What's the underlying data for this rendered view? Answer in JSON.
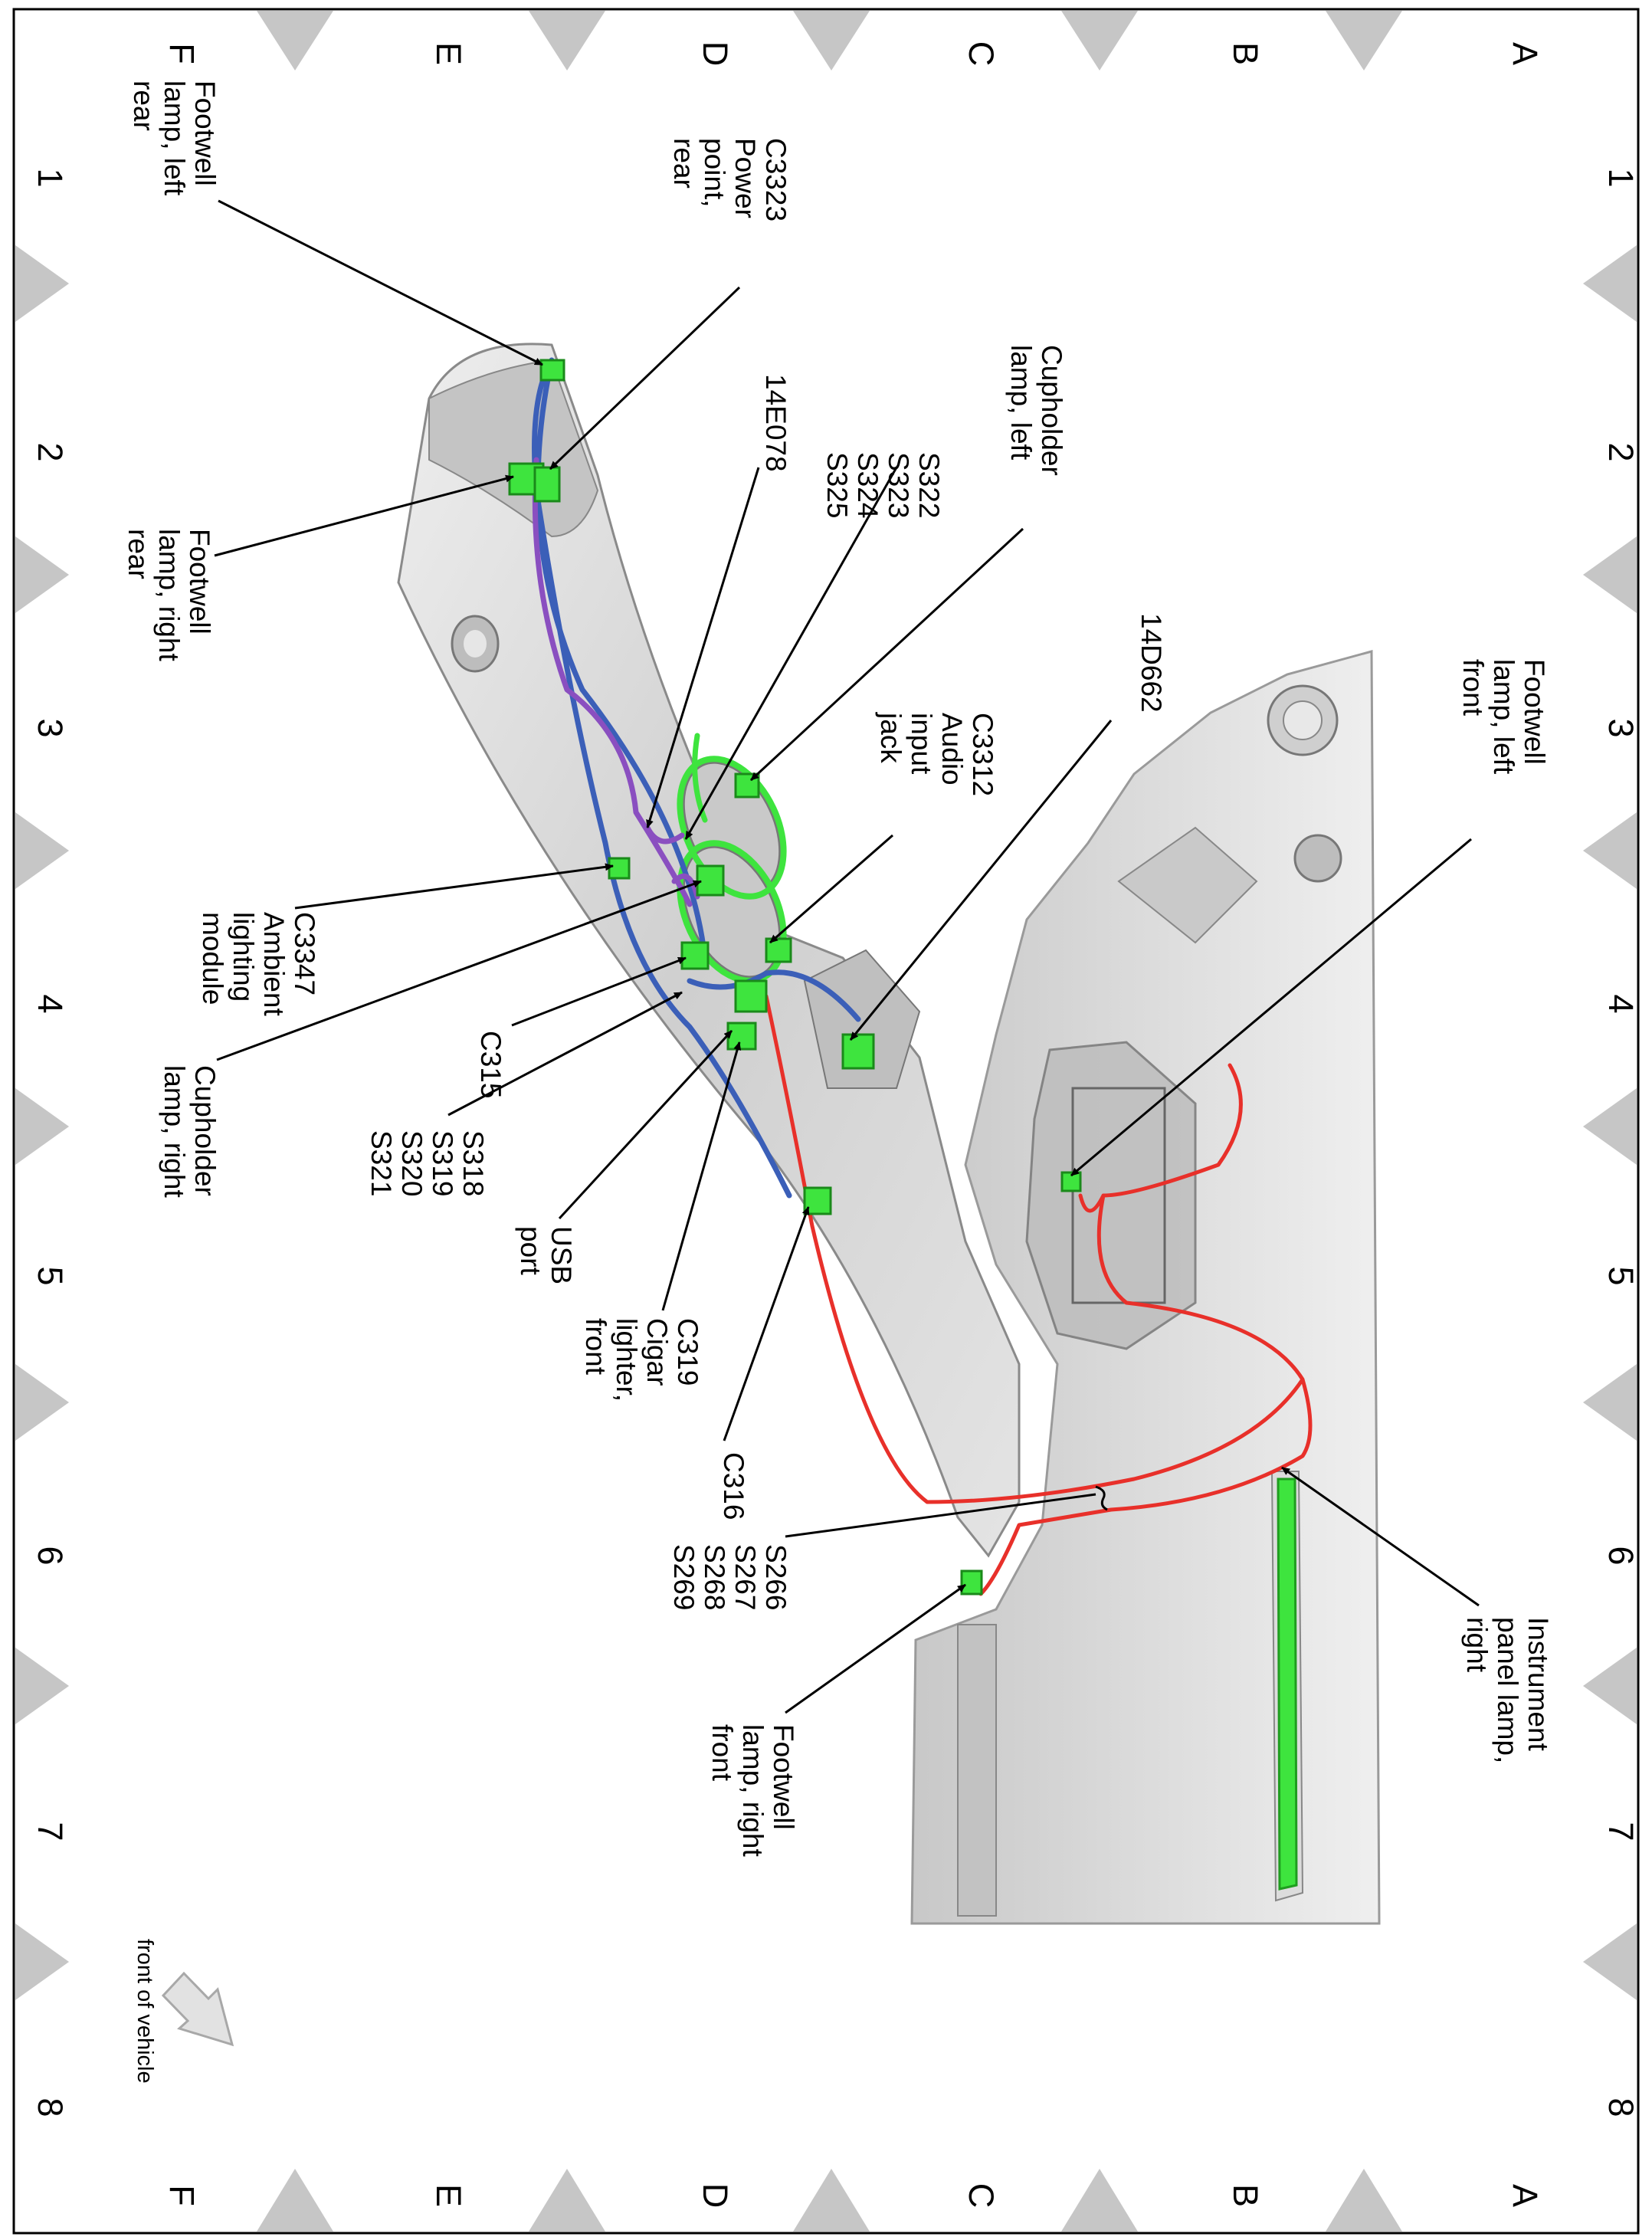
{
  "grid": {
    "row_letters": [
      "A",
      "B",
      "C",
      "D",
      "E",
      "F"
    ],
    "col_numbers": [
      "1",
      "2",
      "3",
      "4",
      "5",
      "6",
      "7",
      "8"
    ]
  },
  "orientation": {
    "text": "front of vehicle",
    "arrow_icon": "direction-arrow-icon"
  },
  "colors": {
    "wire_red": "#e8302a",
    "wire_blue": "#3b5fb8",
    "wire_purple": "#8a4fc0",
    "connector_green": "#3ee43e",
    "body_gray": "#d4d4d4",
    "marker_gray": "#c6c6c6"
  },
  "callouts": [
    {
      "id": "footwell-lamp-left-rear",
      "lines": [
        "Footwell",
        "lamp, left",
        "rear"
      ]
    },
    {
      "id": "c3323-power-point-rear",
      "lines": [
        "C3323",
        "Power",
        "point,",
        "rear"
      ]
    },
    {
      "id": "14e078",
      "lines": [
        "14E078"
      ]
    },
    {
      "id": "s322-s325",
      "lines": [
        "S322",
        "S323",
        "S324",
        "S325"
      ]
    },
    {
      "id": "cupholder-lamp-left",
      "lines": [
        "Cupholder",
        "lamp, left"
      ]
    },
    {
      "id": "14d662",
      "lines": [
        "14D662"
      ]
    },
    {
      "id": "footwell-lamp-left-front",
      "lines": [
        "Footwell",
        "lamp, left",
        "front"
      ]
    },
    {
      "id": "c3312-audio-input-jack",
      "lines": [
        "C3312",
        "Audio",
        "input",
        "jack"
      ]
    },
    {
      "id": "footwell-lamp-right-rear",
      "lines": [
        "Footwell",
        "lamp, right",
        "rear"
      ]
    },
    {
      "id": "c3347-ambient-lighting-module",
      "lines": [
        "C3347",
        "Ambient",
        "lighting",
        "module"
      ]
    },
    {
      "id": "c315",
      "lines": [
        "C315"
      ]
    },
    {
      "id": "cupholder-lamp-right",
      "lines": [
        "Cupholder",
        "lamp, right"
      ]
    },
    {
      "id": "s318-s321",
      "lines": [
        "S318",
        "S319",
        "S320",
        "S321"
      ]
    },
    {
      "id": "usb-port",
      "lines": [
        "USB",
        "port"
      ]
    },
    {
      "id": "c319-cigar-lighter-front",
      "lines": [
        "C319",
        "Cigar",
        "lighter,",
        "front"
      ]
    },
    {
      "id": "c316",
      "lines": [
        "C316"
      ]
    },
    {
      "id": "s266-s269",
      "lines": [
        "S266",
        "S267",
        "S268",
        "S269"
      ]
    },
    {
      "id": "footwell-lamp-right-front",
      "lines": [
        "Footwell",
        "lamp, right",
        "front"
      ]
    },
    {
      "id": "instrument-panel-lamp-right",
      "lines": [
        "Instrument",
        "panel lamp,",
        "right"
      ]
    }
  ]
}
